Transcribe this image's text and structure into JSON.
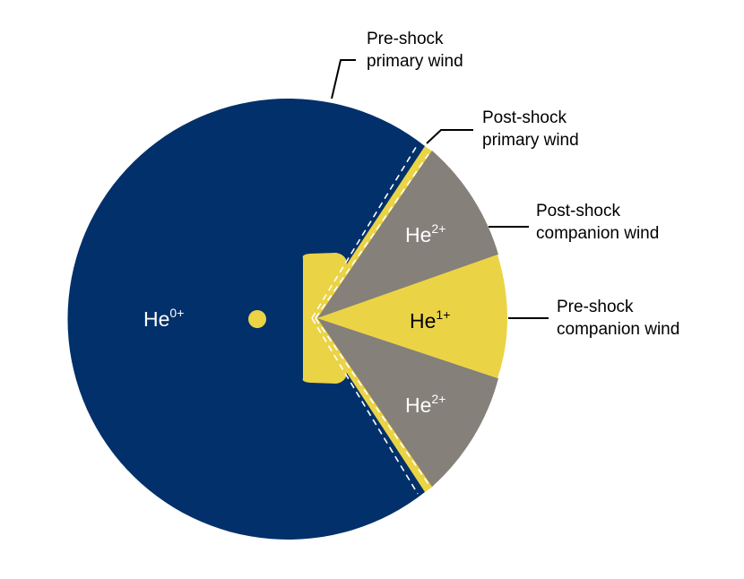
{
  "colors": {
    "primary_wind": "#02306a",
    "shock_layer": "#ebd346",
    "companion_postshock": "#858079",
    "companion_preshock": "#ebd346",
    "leader_line": "#000000",
    "dashed_line": "#ffffff",
    "ion_label_light": "#ffffff",
    "ion_label_dark": "#000000"
  },
  "regions": {
    "primary": {
      "ion_base": "He",
      "ion_charge": "0+"
    },
    "postshock_companion_upper": {
      "ion_base": "He",
      "ion_charge": "2+"
    },
    "preshock_companion": {
      "ion_base": "He",
      "ion_charge": "1+"
    },
    "postshock_companion_lower": {
      "ion_base": "He",
      "ion_charge": "2+"
    }
  },
  "callouts": {
    "preshock_primary": {
      "line1": "Pre-shock",
      "line2": "primary wind"
    },
    "postshock_primary": {
      "line1": "Post-shock",
      "line2": "primary wind"
    },
    "postshock_companion": {
      "line1": "Post-shock",
      "line2": "companion wind"
    },
    "preshock_companion": {
      "line1": "Pre-shock",
      "line2": "companion wind"
    }
  }
}
